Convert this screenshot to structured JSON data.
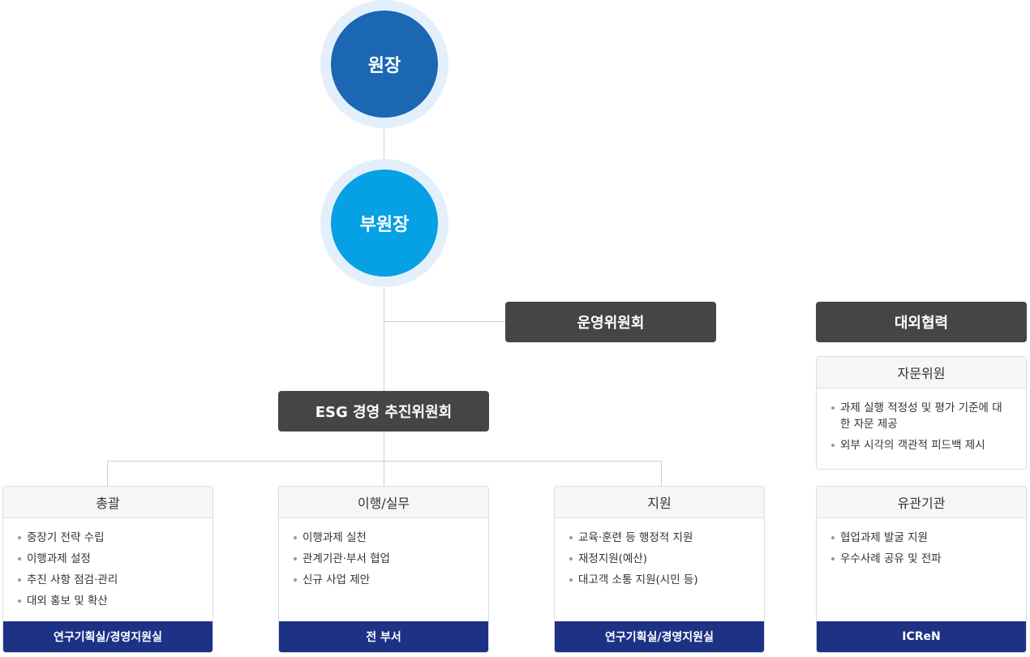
{
  "director": {
    "label": "원장"
  },
  "vice_director": {
    "label": "부원장"
  },
  "steering_committee": {
    "label": "운영위원회"
  },
  "esg_committee": {
    "label": "ESG 경영 추진위원회"
  },
  "external": {
    "label": "대외협력"
  },
  "advisory": {
    "title": "자문위원",
    "items": [
      "과제 실행 적정성 및 평가 기준에 대한 자문 제공",
      "외부 시각의 객관적 피드백 제시"
    ]
  },
  "departments": [
    {
      "title": "총괄",
      "items": [
        "중장기 전략 수립",
        "이행과제 설정",
        "추진 사항 점검·관리",
        "대외 홍보 및 확산"
      ],
      "owner": "연구기획실/경영지원실"
    },
    {
      "title": "이행/실무",
      "items": [
        "이행과제 실천",
        "관계기관·부서 협업",
        "신규 사업 제안"
      ],
      "owner": "전 부서"
    },
    {
      "title": "지원",
      "items": [
        "교육·훈련 등 행정적 지원",
        "재정지원(예산)",
        "대고객 소통 지원(시민 등)"
      ],
      "owner": "연구기획실/경영지원실"
    },
    {
      "title": "유관기관",
      "items": [
        "협업과제 발굴 지원",
        "우수사례 공유 및 전파"
      ],
      "owner": "ICReN"
    }
  ],
  "colors": {
    "director": "#1b67b3",
    "vice_director": "#06a0e4",
    "dark_box": "#454545",
    "footer": "#1d3285",
    "halo": "#e3f0fb"
  }
}
